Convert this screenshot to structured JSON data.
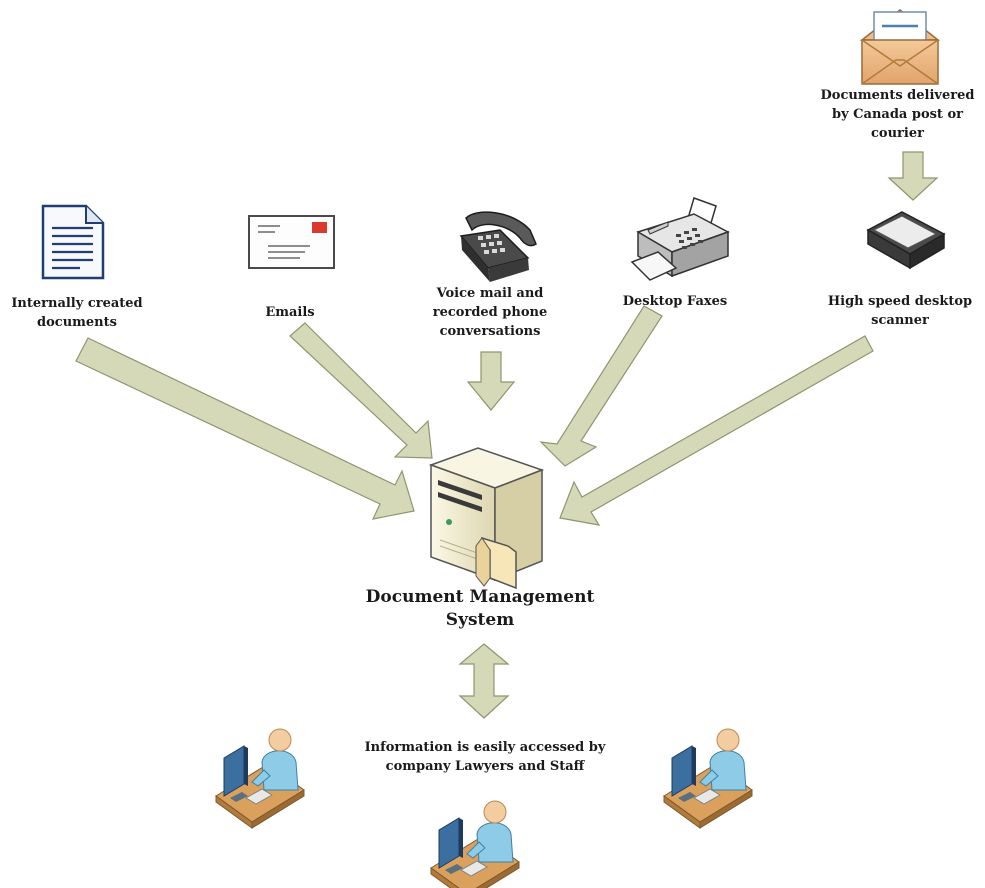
{
  "sources": {
    "documents": {
      "label": "Internally created\ndocuments",
      "icon": "document-icon"
    },
    "emails": {
      "label": "Emails",
      "icon": "envelope-icon"
    },
    "voice": {
      "label": "Voice mail and\nrecorded phone\nconversations",
      "icon": "telephone-icon"
    },
    "faxes": {
      "label": "Desktop Faxes",
      "icon": "fax-machine-icon"
    },
    "scanner": {
      "label": "High speed desktop\nscanner",
      "icon": "scanner-icon"
    },
    "mail": {
      "label": "Documents delivered\nby Canada post or\ncourier",
      "icon": "open-envelope-icon"
    }
  },
  "center": {
    "label": "Document Management\nSystem",
    "icon": "server-icon"
  },
  "access": {
    "label": "Information is easily accessed by\ncompany Lawyers and Staff",
    "icon": "user-workstation-icon"
  },
  "colors": {
    "arrow_fill": "#d5d9b8",
    "arrow_stroke": "#8e9670",
    "person_skin": "#f3cda0",
    "person_shirt": "#8ecbe6",
    "desk": "#d9a15d",
    "server_body": "#f1ecd0"
  }
}
